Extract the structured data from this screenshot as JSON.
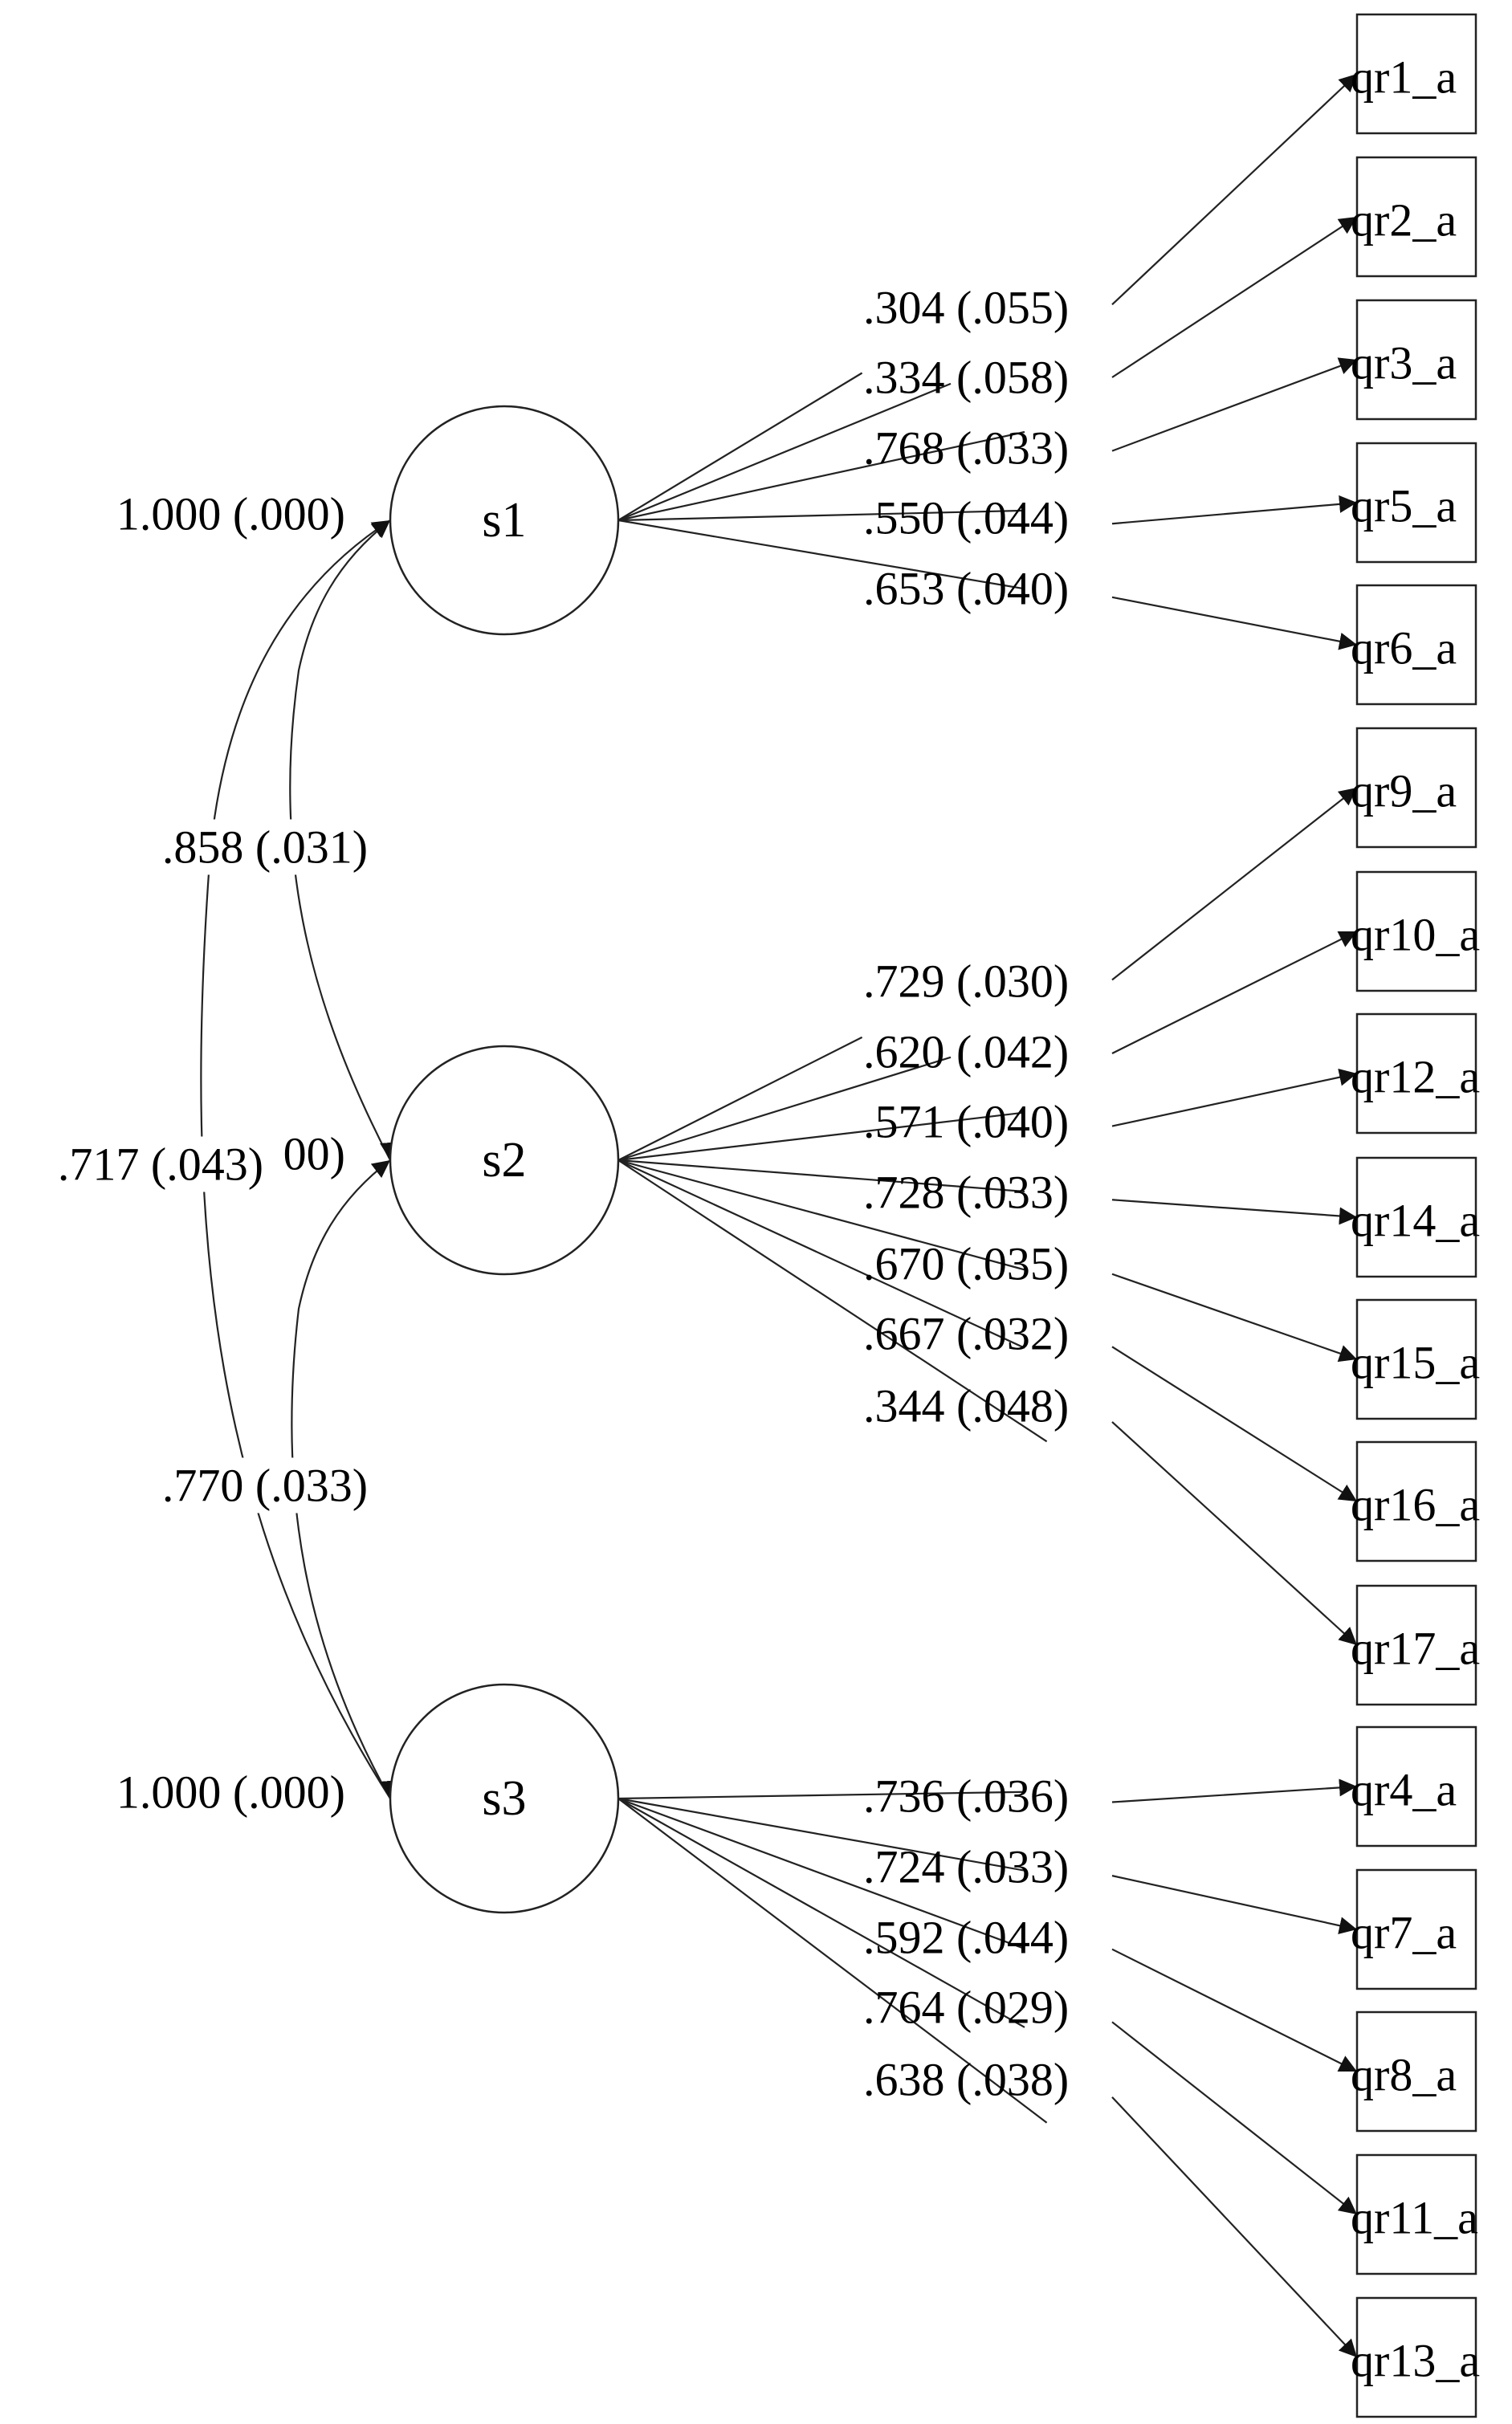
{
  "latent_factors": [
    {
      "id": "s1",
      "label": "s1",
      "variance": "1.000 (.000)"
    },
    {
      "id": "s2",
      "label": "s2",
      "variance": "00)"
    },
    {
      "id": "s3",
      "label": "s3",
      "variance": "1.000 (.000)"
    }
  ],
  "covariances": [
    {
      "from": "s1",
      "to": "s2",
      "label": ".858 (.031)"
    },
    {
      "from": "s1",
      "to": "s3",
      "label": ".717 (.043)"
    },
    {
      "from": "s2",
      "to": "s3",
      "label": ".770 (.033)"
    }
  ],
  "indicators": [
    {
      "id": "qr1_a",
      "label": "qr1_a",
      "factor": "s1",
      "loading": ".304 (.055)"
    },
    {
      "id": "qr2_a",
      "label": "qr2_a",
      "factor": "s1",
      "loading": ".334 (.058)"
    },
    {
      "id": "qr3_a",
      "label": "qr3_a",
      "factor": "s1",
      "loading": ".768 (.033)"
    },
    {
      "id": "qr5_a",
      "label": "qr5_a",
      "factor": "s1",
      "loading": ".550 (.044)"
    },
    {
      "id": "qr6_a",
      "label": "qr6_a",
      "factor": "s1",
      "loading": ".653 (.040)"
    },
    {
      "id": "qr9_a",
      "label": "qr9_a",
      "factor": "s2",
      "loading": ".729 (.030)"
    },
    {
      "id": "qr10_a",
      "label": "qr10_a",
      "factor": "s2",
      "loading": ".620 (.042)"
    },
    {
      "id": "qr12_a",
      "label": "qr12_a",
      "factor": "s2",
      "loading": ".571 (.040)"
    },
    {
      "id": "qr14_a",
      "label": "qr14_a",
      "factor": "s2",
      "loading": ".728 (.033)"
    },
    {
      "id": "qr15_a",
      "label": "qr15_a",
      "factor": "s2",
      "loading": ".670 (.035)"
    },
    {
      "id": "qr16_a",
      "label": "qr16_a",
      "factor": "s2",
      "loading": ".667 (.032)"
    },
    {
      "id": "qr17_a",
      "label": "qr17_a",
      "factor": "s2",
      "loading": ".344 (.048)"
    },
    {
      "id": "qr4_a",
      "label": "qr4_a",
      "factor": "s3",
      "loading": ".736 (.036)"
    },
    {
      "id": "qr7_a",
      "label": "qr7_a",
      "factor": "s3",
      "loading": ".724 (.033)"
    },
    {
      "id": "qr8_a",
      "label": "qr8_a",
      "factor": "s3",
      "loading": ".592 (.044)"
    },
    {
      "id": "qr11_a",
      "label": "qr11_a",
      "factor": "s3",
      "loading": ".764 (.029)"
    },
    {
      "id": "qr13_a",
      "label": "qr13_a",
      "factor": "s3",
      "loading": ".638 (.038)"
    }
  ]
}
